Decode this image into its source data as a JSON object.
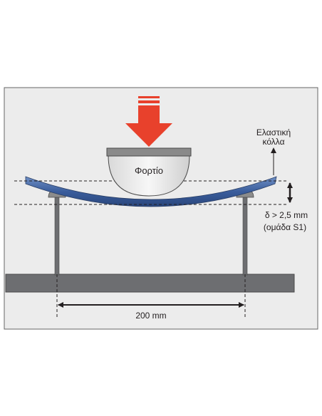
{
  "diagram": {
    "load_label": "Φορτίο",
    "adhesive_label_line1": "Ελαστική",
    "adhesive_label_line2": "κόλλα",
    "deflection_label_line1": "δ > 2,5 mm",
    "deflection_label_line2": "(ομάδα S1)",
    "span_label": "200 mm"
  },
  "colors": {
    "frame_bg": "#ececec",
    "frame_border": "#666666",
    "arrow_red": "#e8412c",
    "beam_blue": "#3a5d9c",
    "support_grey": "#6d6e71",
    "base_grey": "#6d6e71",
    "load_body": "#f1f1f1",
    "load_top": "#8a8a8a",
    "text": "#231f20"
  }
}
